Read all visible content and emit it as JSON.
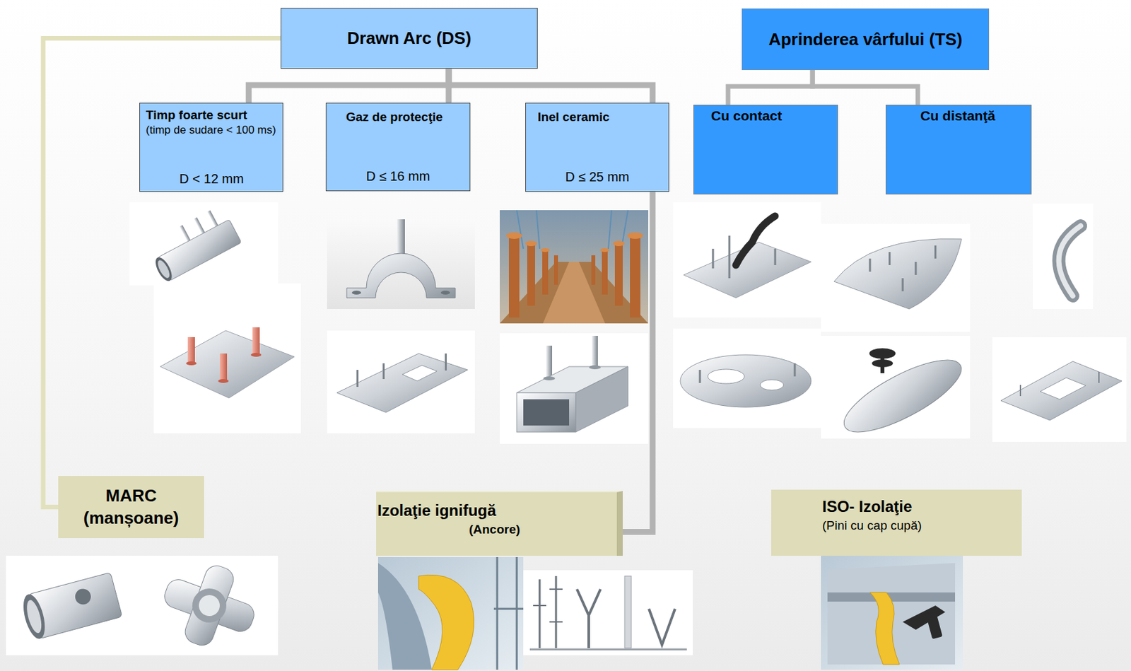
{
  "diagram": {
    "nodes": [
      {
        "text": [
          "Drawn Arc (DS)"
        ]
      },
      {
        "text": [
          "Aprinderea vârfului (TS)"
        ]
      },
      {
        "text": [
          "Timp foarte scurt",
          "(timp de sudare < 100 ms)",
          "D < 12 mm"
        ]
      },
      {
        "text": [
          "Gaz de protecţie",
          "D ≤ 16 mm"
        ]
      },
      {
        "text": [
          "Inel ceramic",
          "D ≤ 25 mm"
        ]
      },
      {
        "text": [
          "Cu contact"
        ]
      },
      {
        "text": [
          "Cu distanţă"
        ]
      },
      {
        "text": [
          "MARC (manșoane)"
        ]
      },
      {
        "text": [
          "Izolaţie ignifugă",
          "(Ancore)"
        ]
      },
      {
        "text": [
          "ISO- Izolaţie",
          "(Pini cu cap cupă)"
        ]
      }
    ],
    "edges": [
      {
        "from": 0,
        "to": 2,
        "arrow": "none"
      },
      {
        "from": 0,
        "to": 3,
        "arrow": "none"
      },
      {
        "from": 0,
        "to": 4,
        "arrow": "none"
      },
      {
        "from": 0,
        "to": 7,
        "arrow": "none"
      },
      {
        "from": 4,
        "to": 8,
        "arrow": "none"
      },
      {
        "from": 1,
        "to": 5,
        "arrow": "none"
      },
      {
        "from": 1,
        "to": 6,
        "arrow": "none"
      }
    ]
  }
}
